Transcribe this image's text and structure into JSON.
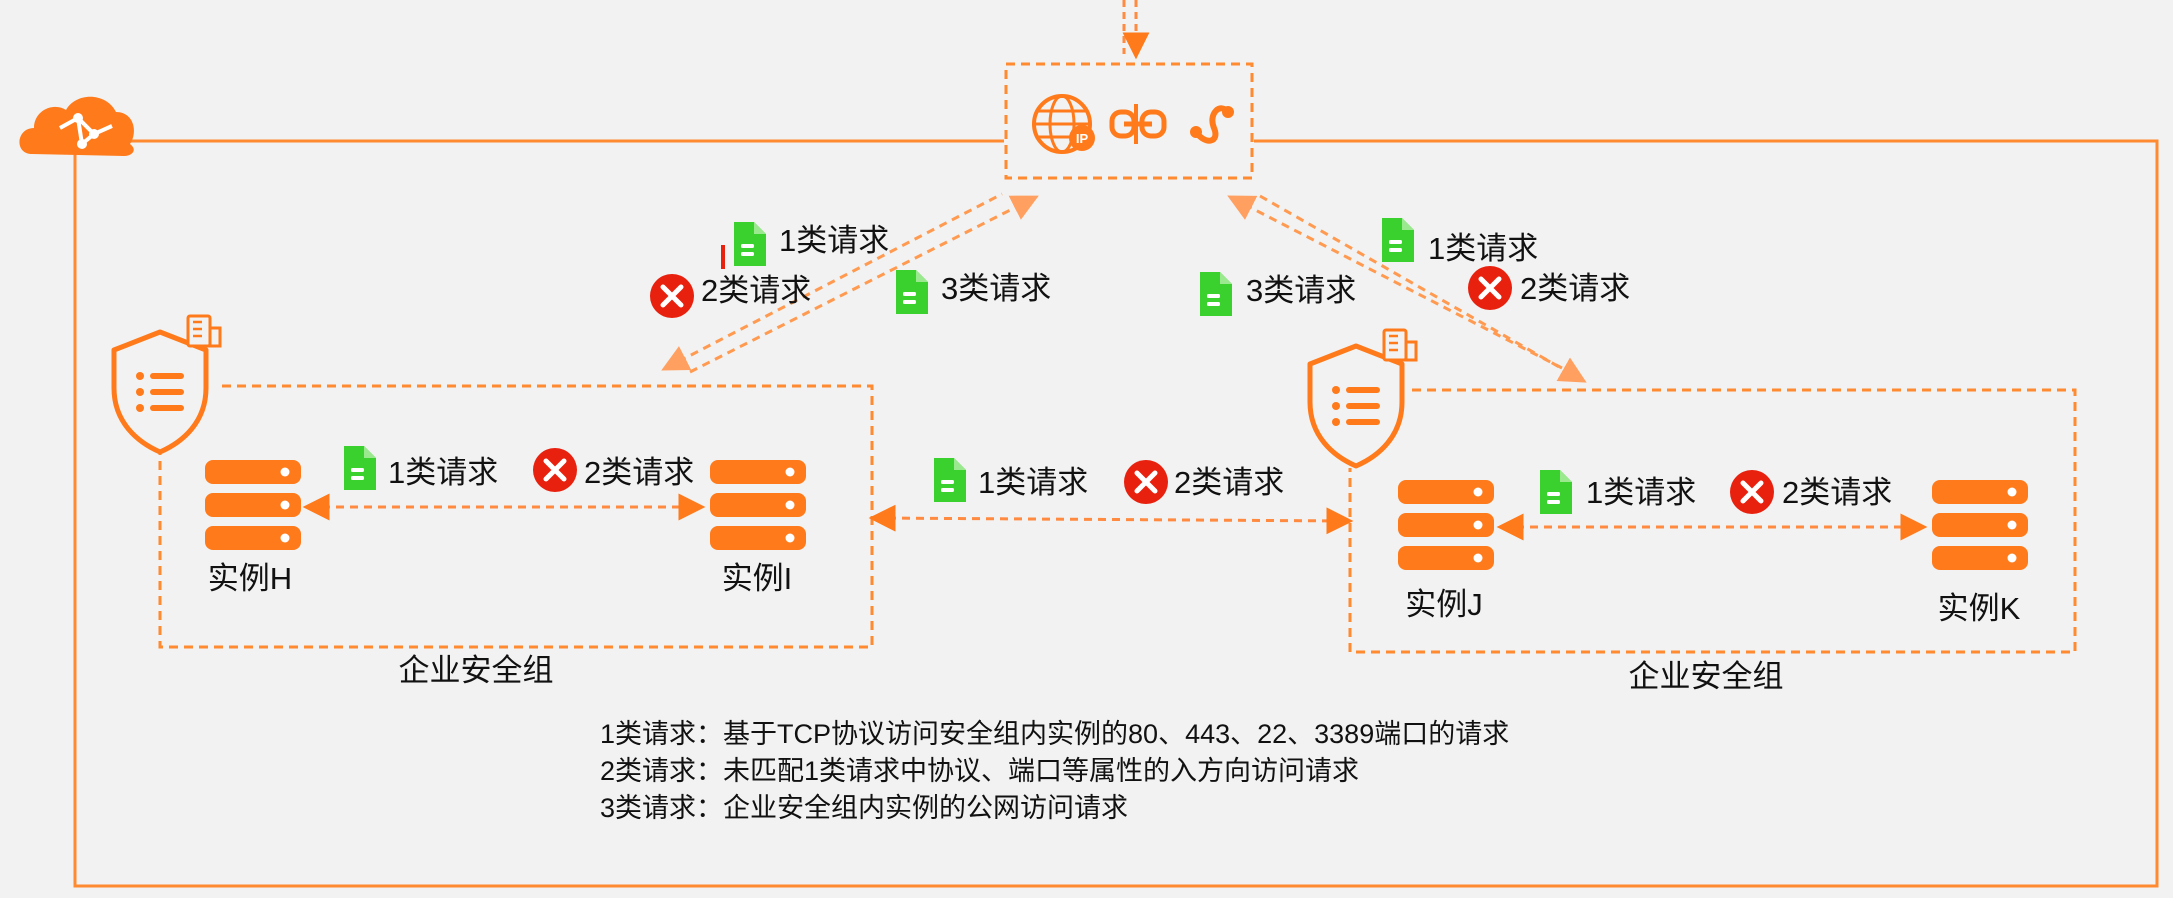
{
  "colors": {
    "accent": "#ff7a1a",
    "accent_light": "#ffb07a",
    "allow": "#3ad12e",
    "deny": "#e8200e",
    "background": "#f2f2f2"
  },
  "icons": {
    "cloud": "cloud-icon",
    "gateway": [
      "globe-ip-icon",
      "link-icon",
      "route-icon"
    ],
    "shield": "shield-policy-icon",
    "server": "server-stack-icon",
    "allow": "document-check-icon",
    "deny": "close-circle-icon"
  },
  "requests": {
    "r1": "1类请求",
    "r2": "2类请求",
    "r3": "3类请求"
  },
  "groups": {
    "left": {
      "label": "企业安全组"
    },
    "right": {
      "label": "企业安全组"
    }
  },
  "instances": {
    "h": "实例H",
    "i": "实例I",
    "j": "实例J",
    "k": "实例K"
  },
  "legend": [
    {
      "key": "1类请求：",
      "text": "基于TCP协议访问安全组内实例的80、443、22、3389端口的请求"
    },
    {
      "key": "2类请求：",
      "text": "未匹配1类请求中协议、端口等属性的入方向访问请求"
    },
    {
      "key": "3类请求：",
      "text": "企业安全组内实例的公网访问请求"
    }
  ]
}
